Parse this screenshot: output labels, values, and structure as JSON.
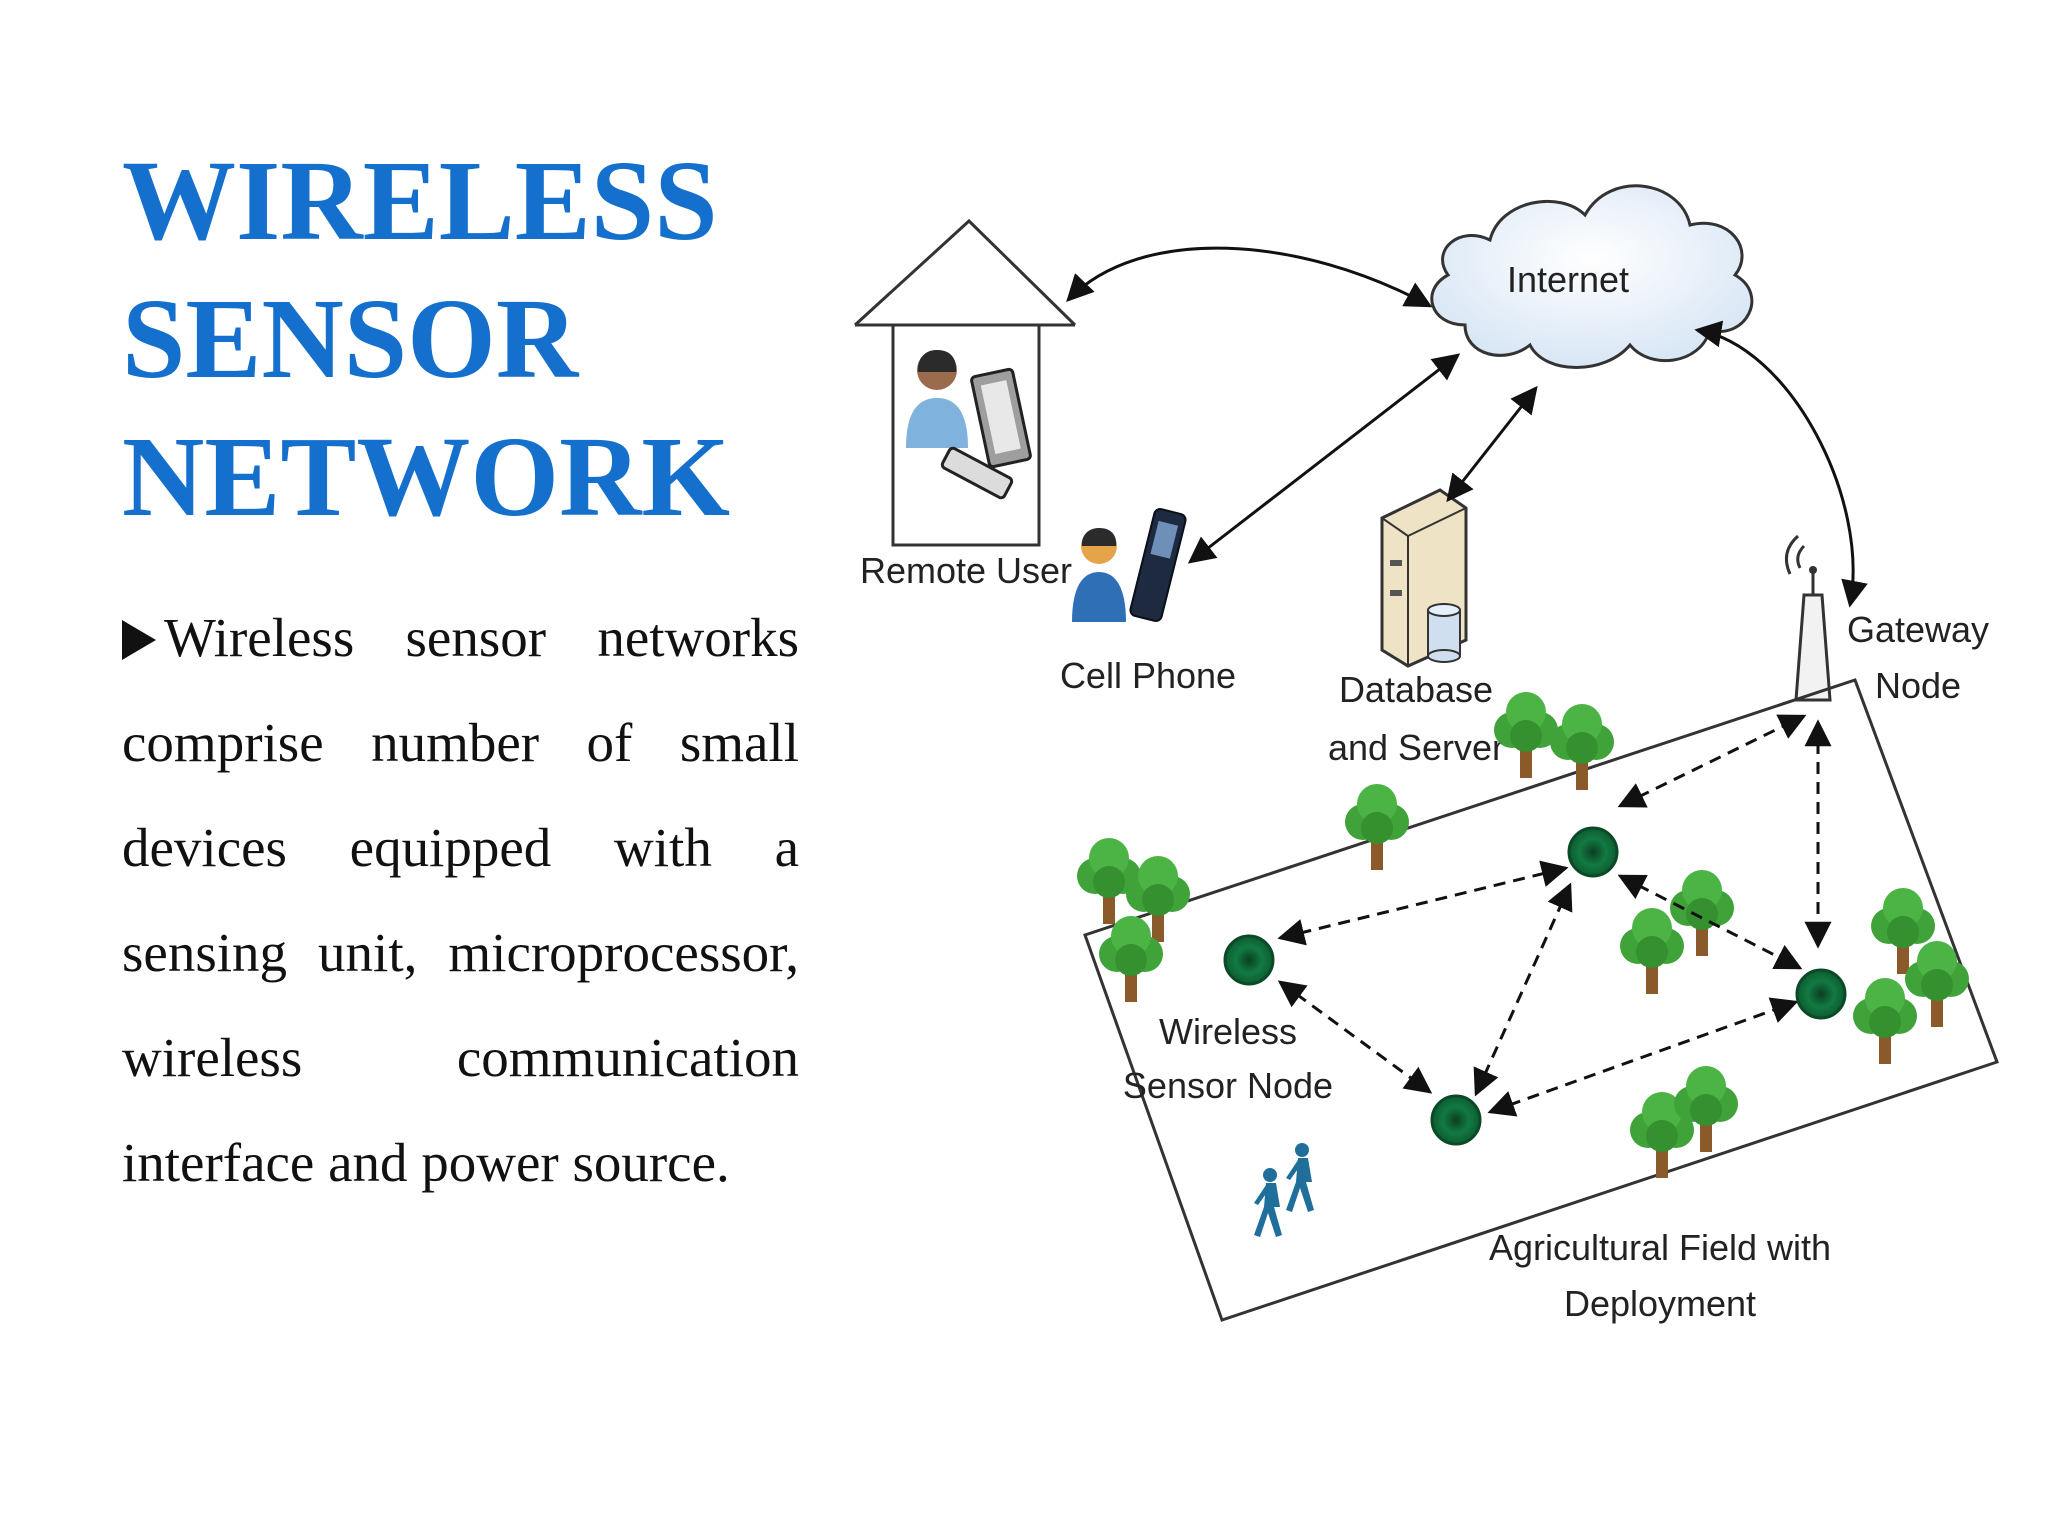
{
  "slide": {
    "title_lines": [
      "WIRELESS",
      "SENSOR",
      "NETWORK"
    ],
    "bullet_text": "Wireless sensor networks comprise number of small devices equipped with a sensing unit, microprocessor, wireless communication interface and power source."
  },
  "diagram": {
    "labels": {
      "internet": "Internet",
      "remote_user": "Remote User",
      "cell_phone": "Cell Phone",
      "database_line1": "Database",
      "database_line2": "and Server",
      "gateway_line1": "Gateway",
      "gateway_line2": "Node",
      "sensor_line1": "Wireless",
      "sensor_line2": "Sensor Node",
      "field_line1": "Agricultural Field with",
      "field_line2": "Deployment"
    }
  },
  "colors": {
    "title": "#1470cc",
    "sensor_node": "#0e6b3a",
    "tree_canopy": "#3fa33a",
    "tree_trunk": "#8a5a2b"
  }
}
